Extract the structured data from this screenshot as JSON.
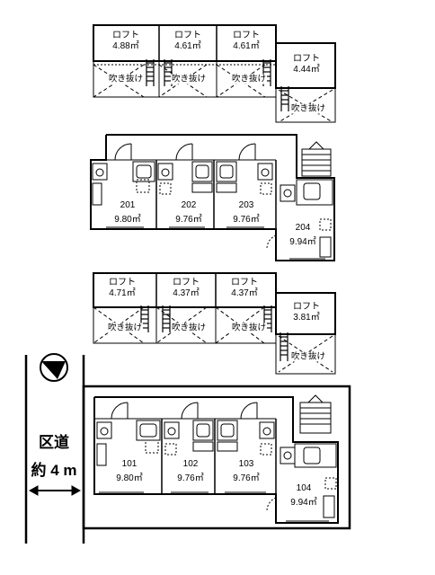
{
  "lofts_upper": [
    {
      "label": "ロフト",
      "area": "4.88㎡"
    },
    {
      "label": "ロフト",
      "area": "4.61㎡"
    },
    {
      "label": "ロフト",
      "area": "4.61㎡"
    },
    {
      "label": "ロフト",
      "area": "4.44㎡"
    }
  ],
  "voids_upper": [
    "吹き抜け",
    "吹き抜け",
    "吹き抜け",
    "吹き抜け"
  ],
  "rooms_upper": [
    {
      "number": "201",
      "area": "9.80㎡"
    },
    {
      "number": "202",
      "area": "9.76㎡"
    },
    {
      "number": "203",
      "area": "9.76㎡"
    },
    {
      "number": "204",
      "area": "9.94㎡"
    }
  ],
  "lofts_lower": [
    {
      "label": "ロフト",
      "area": "4.71㎡"
    },
    {
      "label": "ロフト",
      "area": "4.37㎡"
    },
    {
      "label": "ロフト",
      "area": "4.37㎡"
    },
    {
      "label": "ロフト",
      "area": "3.81㎡"
    }
  ],
  "voids_lower": [
    "吹き抜け",
    "吹き抜け",
    "吹き抜け",
    "吹き抜け"
  ],
  "rooms_lower": [
    {
      "number": "101",
      "area": "9.80㎡"
    },
    {
      "number": "102",
      "area": "9.76㎡"
    },
    {
      "number": "103",
      "area": "9.76㎡"
    },
    {
      "number": "104",
      "area": "9.94㎡"
    }
  ],
  "road": {
    "name": "区道",
    "width": "約 4 m"
  }
}
